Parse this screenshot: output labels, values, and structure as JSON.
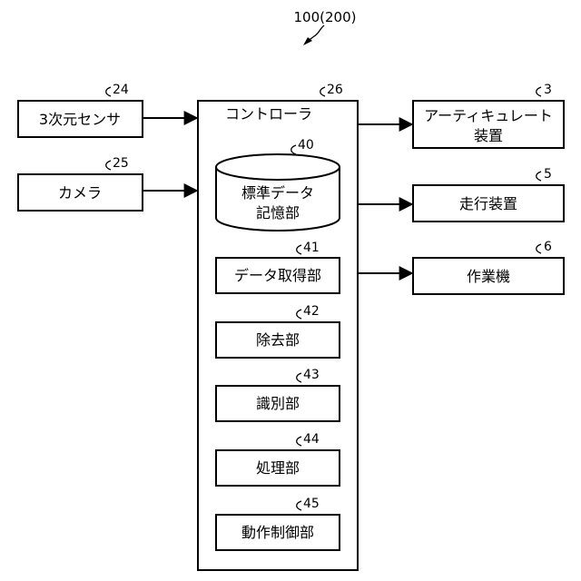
{
  "diagram": {
    "system_ref": "100(200)",
    "controller": {
      "label": "コントローラ",
      "ref": "26"
    },
    "inputs": [
      {
        "label": "3次元センサ",
        "ref": "24"
      },
      {
        "label": "カメラ",
        "ref": "25"
      }
    ],
    "outputs": [
      {
        "label_lines": [
          "アーティキュレート",
          "装置"
        ],
        "ref": "3"
      },
      {
        "label": "走行装置",
        "ref": "5"
      },
      {
        "label": "作業機",
        "ref": "6"
      }
    ],
    "storage": {
      "label_lines": [
        "標準データ",
        "記憶部"
      ],
      "ref": "40"
    },
    "modules": [
      {
        "label": "データ取得部",
        "ref": "41"
      },
      {
        "label": "除去部",
        "ref": "42"
      },
      {
        "label": "識別部",
        "ref": "43"
      },
      {
        "label": "処理部",
        "ref": "44"
      },
      {
        "label": "動作制御部",
        "ref": "45"
      }
    ]
  }
}
